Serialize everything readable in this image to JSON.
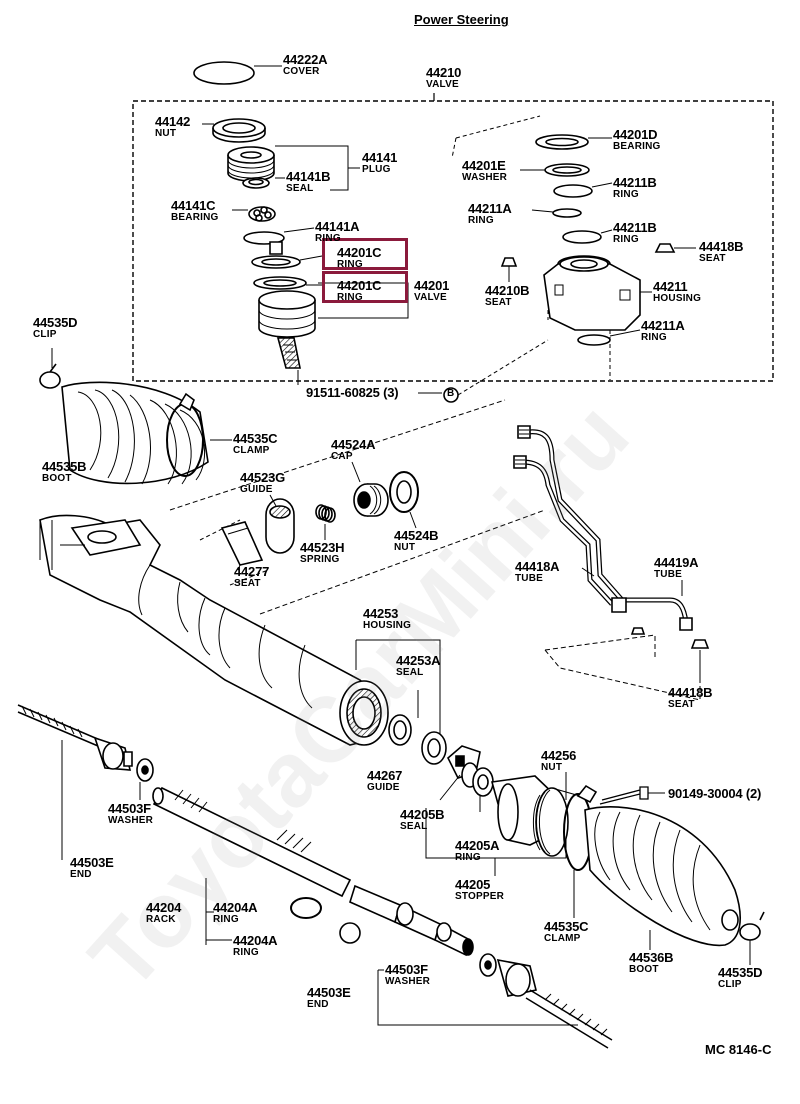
{
  "title": "Power Steering",
  "diagram_code": "MC 8146-C",
  "watermark": "ToyotaCarMini.ru",
  "parts": {
    "p44222A": {
      "num": "44222A",
      "name": "COVER"
    },
    "p44210": {
      "num": "44210",
      "name": "VALVE"
    },
    "p44142": {
      "num": "44142",
      "name": "NUT"
    },
    "p44141": {
      "num": "44141",
      "name": "PLUG"
    },
    "p44141B": {
      "num": "44141B",
      "name": "SEAL"
    },
    "p44141C": {
      "num": "44141C",
      "name": "BEARING"
    },
    "p44141A": {
      "num": "44141A",
      "name": "RING"
    },
    "p44201C_1": {
      "num": "44201C",
      "name": "RING"
    },
    "p44201C_2": {
      "num": "44201C",
      "name": "RING"
    },
    "p44201": {
      "num": "44201",
      "name": "VALVE"
    },
    "p44201D": {
      "num": "44201D",
      "name": "BEARING"
    },
    "p44201E": {
      "num": "44201E",
      "name": "WASHER"
    },
    "p44211B_1": {
      "num": "44211B",
      "name": "RING"
    },
    "p44211A_1": {
      "num": "44211A",
      "name": "RING"
    },
    "p44211B_2": {
      "num": "44211B",
      "name": "RING"
    },
    "p44418B_1": {
      "num": "44418B",
      "name": "SEAT"
    },
    "p44210B": {
      "num": "44210B",
      "name": "SEAT"
    },
    "p44211": {
      "num": "44211",
      "name": "HOUSING"
    },
    "p44211A_2": {
      "num": "44211A",
      "name": "RING"
    },
    "p44535D_1": {
      "num": "44535D",
      "name": "CLIP"
    },
    "p91511": {
      "num": "91511-60825 (3)",
      "name": ""
    },
    "p44535C_1": {
      "num": "44535C",
      "name": "CLAMP"
    },
    "p44535B": {
      "num": "44535B",
      "name": "BOOT"
    },
    "p44524A": {
      "num": "44524A",
      "name": "CAP"
    },
    "p44523G": {
      "num": "44523G",
      "name": "GUIDE"
    },
    "p44524B": {
      "num": "44524B",
      "name": "NUT"
    },
    "p44523H": {
      "num": "44523H",
      "name": "SPRING"
    },
    "p44277": {
      "num": "44277",
      "name": "SEAT"
    },
    "p44418A": {
      "num": "44418A",
      "name": "TUBE"
    },
    "p44419A": {
      "num": "44419A",
      "name": "TUBE"
    },
    "p44253": {
      "num": "44253",
      "name": "HOUSING"
    },
    "p44253A": {
      "num": "44253A",
      "name": "SEAL"
    },
    "p44418B_2": {
      "num": "44418B",
      "name": "SEAT"
    },
    "p44267": {
      "num": "44267",
      "name": "GUIDE"
    },
    "p44256": {
      "num": "44256",
      "name": "NUT"
    },
    "p90149": {
      "num": "90149-30004 (2)",
      "name": ""
    },
    "p44503F_1": {
      "num": "44503F",
      "name": "WASHER"
    },
    "p44205B": {
      "num": "44205B",
      "name": "SEAL"
    },
    "p44205A": {
      "num": "44205A",
      "name": "RING"
    },
    "p44503E_1": {
      "num": "44503E",
      "name": "END"
    },
    "p44205": {
      "num": "44205",
      "name": "STOPPER"
    },
    "p44535C_2": {
      "num": "44535C",
      "name": "CLAMP"
    },
    "p44204": {
      "num": "44204",
      "name": "RACK"
    },
    "p44204A_1": {
      "num": "44204A",
      "name": "RING"
    },
    "p44204A_2": {
      "num": "44204A",
      "name": "RING"
    },
    "p44536B": {
      "num": "44536B",
      "name": "BOOT"
    },
    "p44535D_2": {
      "num": "44535D",
      "name": "CLIP"
    },
    "p44503F_2": {
      "num": "44503F",
      "name": "WASHER"
    },
    "p44503E_2": {
      "num": "44503E",
      "name": "END"
    }
  },
  "callout_mark": "B"
}
